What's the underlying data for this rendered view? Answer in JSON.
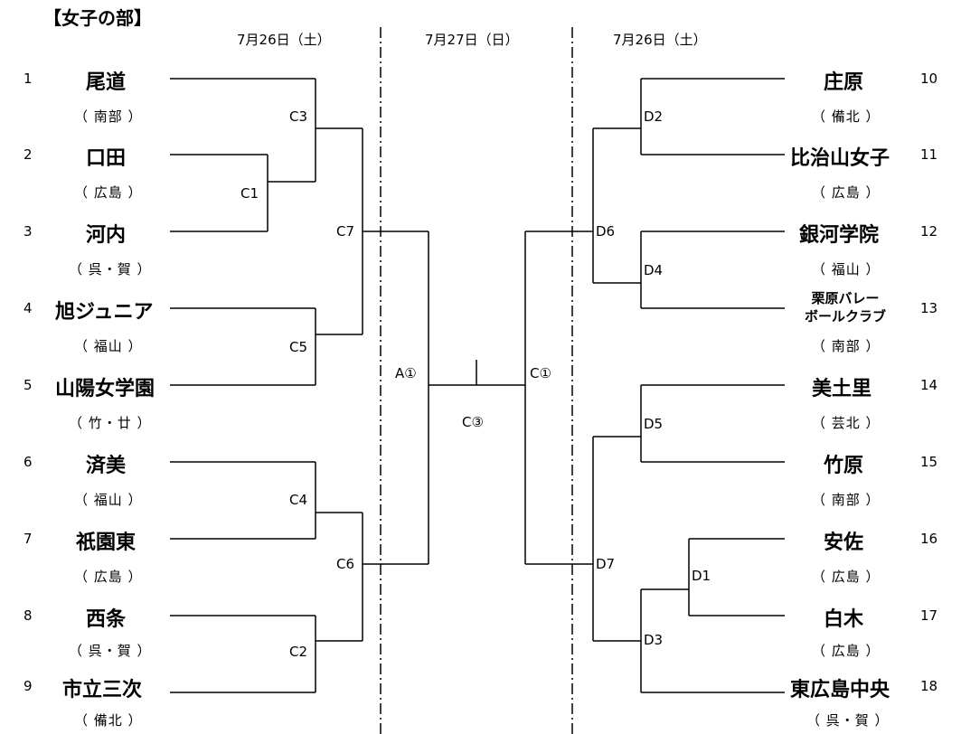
{
  "title": "【女子の部】",
  "dates": {
    "left": "7月26日（土）",
    "center": "7月27日（日）",
    "right": "7月26日（土）"
  },
  "left_teams": [
    {
      "no": "1",
      "name": "尾道",
      "region": "（ 南部 ）"
    },
    {
      "no": "2",
      "name": "口田",
      "region": "（ 広島 ）"
    },
    {
      "no": "3",
      "name": "河内",
      "region": "（ 呉・賀 ）"
    },
    {
      "no": "4",
      "name": "旭ジュニア",
      "region": "（ 福山 ）"
    },
    {
      "no": "5",
      "name": "山陽女学園",
      "region": "（ 竹・廿 ）"
    },
    {
      "no": "6",
      "name": "済美",
      "region": "（ 福山 ）"
    },
    {
      "no": "7",
      "name": "祇園東",
      "region": "（ 広島 ）"
    },
    {
      "no": "8",
      "name": "西条",
      "region": "（ 呉・賀 ）"
    },
    {
      "no": "9",
      "name": "市立三次",
      "region": "（ 備北 ）"
    }
  ],
  "right_teams": [
    {
      "no": "10",
      "name": "庄原",
      "region": "（ 備北 ）"
    },
    {
      "no": "11",
      "name": "比治山女子",
      "region": "（ 広島 ）"
    },
    {
      "no": "12",
      "name": "銀河学院",
      "region": "（ 福山 ）"
    },
    {
      "no": "13",
      "name_line1": "栗原バレー",
      "name_line2": "ボールクラブ",
      "region": "（ 南部 ）"
    },
    {
      "no": "14",
      "name": "美土里",
      "region": "（ 芸北 ）"
    },
    {
      "no": "15",
      "name": "竹原",
      "region": "（ 南部 ）"
    },
    {
      "no": "16",
      "name": "安佐",
      "region": "（ 広島 ）"
    },
    {
      "no": "17",
      "name": "白木",
      "region": "（ 広島 ）"
    },
    {
      "no": "18",
      "name": "東広島中央",
      "region": "（ 呉・賀 ）"
    }
  ],
  "matches": {
    "c1": "C1",
    "c2": "C2",
    "c3": "C3",
    "c4": "C4",
    "c5": "C5",
    "c6": "C6",
    "c7": "C7",
    "a1": "A①",
    "c_final": "C③",
    "c_right": "C①",
    "d1": "D1",
    "d2": "D2",
    "d3": "D3",
    "d4": "D4",
    "d5": "D5",
    "d6": "D6",
    "d7": "D7"
  }
}
